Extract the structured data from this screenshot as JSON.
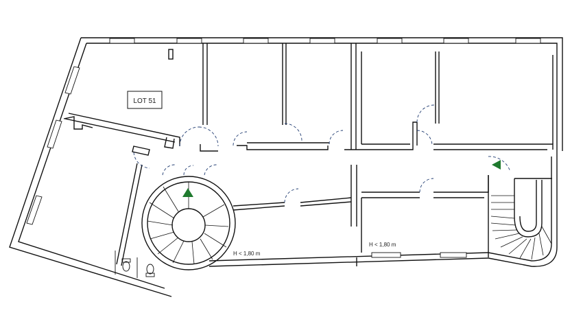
{
  "lot_label": "LOT 51",
  "height_note_left": "H < 1,80 m",
  "height_note_right": "H < 1,80 m",
  "colors": {
    "wall": "#111111",
    "door_arc": "#1e3a70",
    "entry_marker": "#1f7a2e"
  },
  "icons": [
    "entry-arrow-icon",
    "entry-arrow-icon",
    "toilet-icon",
    "toilet-icon"
  ]
}
